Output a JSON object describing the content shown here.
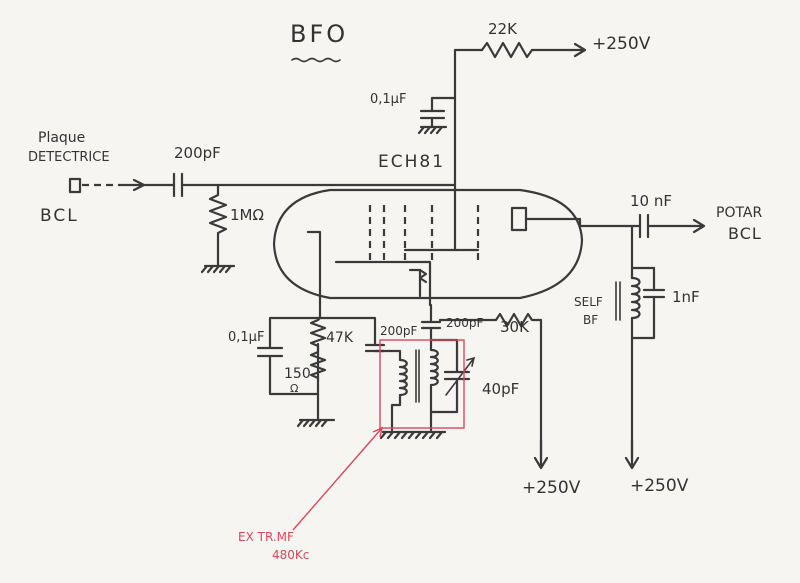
{
  "title": "BFO",
  "tube": "ECH81",
  "input": {
    "line1": "Plaque",
    "line2": "DETECTRICE",
    "line3": "BCL"
  },
  "output": {
    "line1": "POTAR",
    "line2": "BCL"
  },
  "components": {
    "c_in": "200pF",
    "r_grid": "1MΩ",
    "r_plate": "22K",
    "c_bypass_top": "0,1μF",
    "c_out": "10 nF",
    "self_label": "SELF",
    "bf_label": "BF",
    "c_self": "1nF",
    "c_cath": "0,1μF",
    "r_47k": "47K",
    "r_150": "150",
    "r_150_unit": "Ω",
    "c_osc1": "200pF",
    "c_osc2": "200pF",
    "r_30k": "30K",
    "c_var": "40pF"
  },
  "supplies": {
    "top": "+250V",
    "bottom1": "+250V",
    "bottom2": "+250V"
  },
  "annotation": {
    "line1": "EX TR.MF",
    "line2": "480Kc"
  },
  "colors": {
    "ink": "#3a3a3a",
    "annotation": "#d9485a",
    "paper": "#f7f5f2"
  }
}
